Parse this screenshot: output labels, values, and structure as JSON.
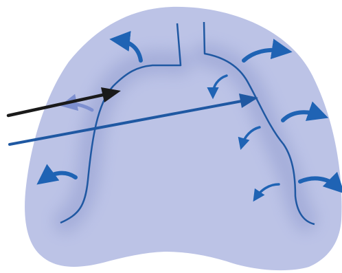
{
  "diagram": {
    "subject": "arch-with-radial-force-arrows",
    "colors": {
      "background": "#ffffff",
      "base_fill": "#bcc3e6",
      "halo_fill": "#a3acd9",
      "arch_line": "#1f58a2",
      "arrow": "#1f63b4",
      "faded_arrow": "#7d8fd0",
      "dark_arrow": "#1a1a1a"
    },
    "icons": [
      "outward-force-arrow",
      "inward-force-arrow",
      "dark-pointer-arrow",
      "blue-pointer-arrow"
    ]
  }
}
